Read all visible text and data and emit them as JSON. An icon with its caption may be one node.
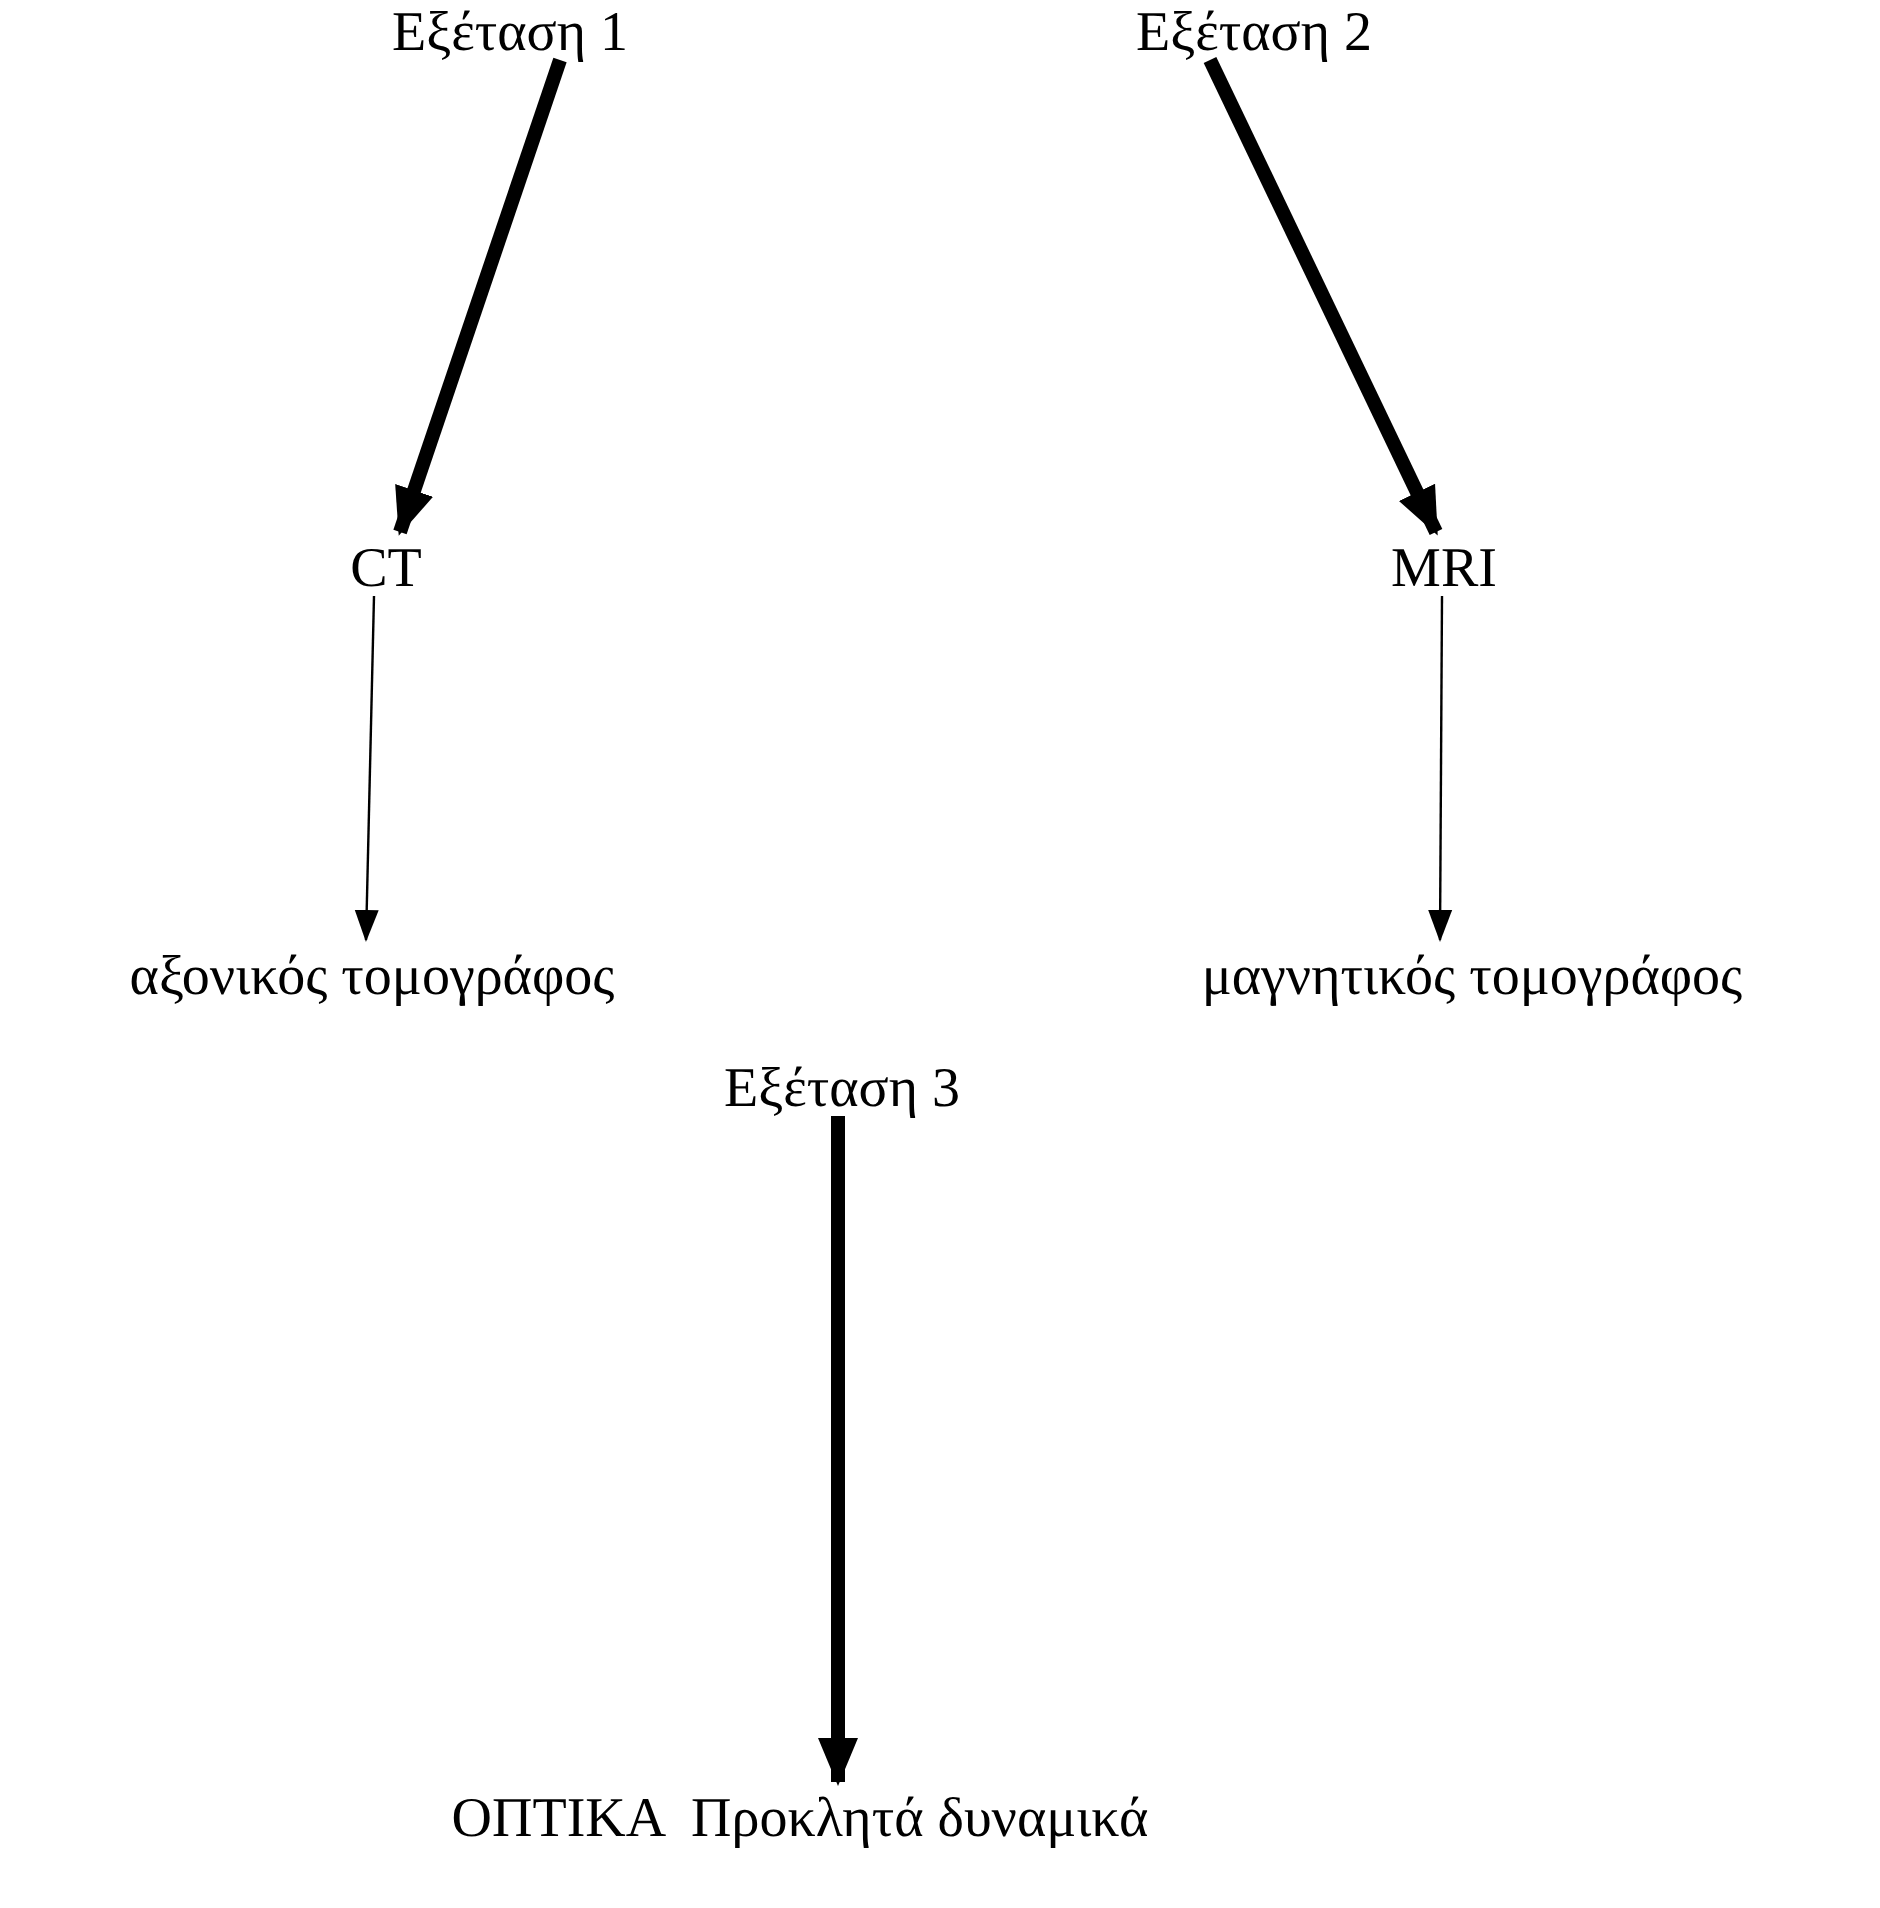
{
  "diagram": {
    "nodes": [
      {
        "text": [
          "Εξέταση 1"
        ]
      },
      {
        "text": [
          "Εξέταση 2"
        ]
      },
      {
        "text": [
          "CT"
        ]
      },
      {
        "text": [
          "MRI"
        ]
      },
      {
        "text": [
          "αξονικός τομογράφος"
        ]
      },
      {
        "text": [
          "μαγνητικός τομογράφος"
        ]
      },
      {
        "text": [
          "Εξέταση 3"
        ]
      },
      {
        "text": [
          "ΟΠΤΙΚΑ  Προκλητά δυναμικά"
        ]
      }
    ],
    "edges": [
      {
        "from": 0,
        "to": 2,
        "arrow": "to"
      },
      {
        "from": 1,
        "to": 3,
        "arrow": "to"
      },
      {
        "from": 2,
        "to": 4,
        "arrow": "to"
      },
      {
        "from": 3,
        "to": 5,
        "arrow": "to"
      },
      {
        "from": 6,
        "to": 7,
        "arrow": "to"
      }
    ]
  }
}
